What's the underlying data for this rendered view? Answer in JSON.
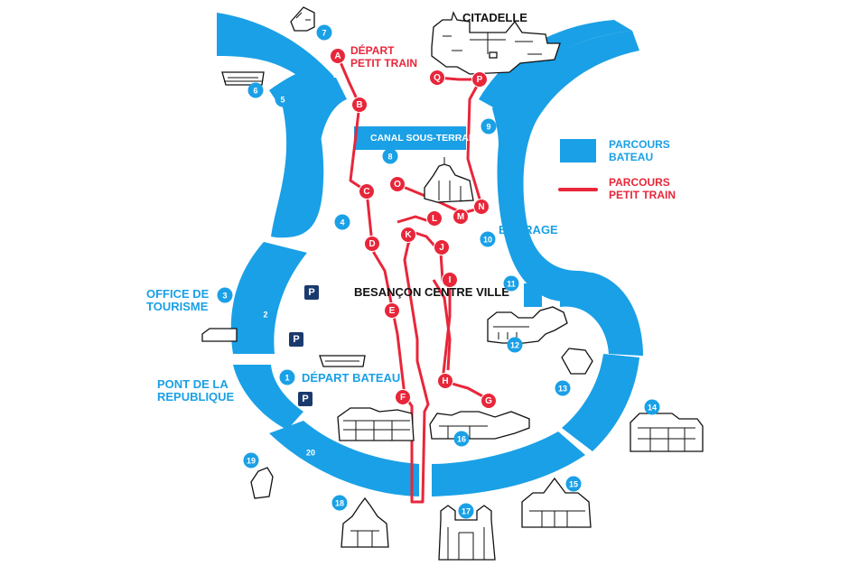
{
  "map": {
    "labels": {
      "citadelle": "CITADELLE",
      "depart_train_1": "DÉPART",
      "depart_train_2": "PETIT TRAIN",
      "canal": "CANAL SOUS-TERRAIN",
      "barrage": "BARRAGE",
      "centre": "BESANÇON CENTRE VILLE",
      "office_1": "OFFICE DE",
      "office_2": "TOURISME",
      "pont_1": "PONT DE LA",
      "pont_2": "REPUBLIQUE",
      "depart_bateau": "DÉPART BATEAU",
      "parking": "P"
    },
    "legend": {
      "boat_1": "PARCOURS",
      "boat_2": "BATEAU",
      "train_1": "PARCOURS",
      "train_2": "PETIT TRAIN"
    },
    "colors": {
      "river": "#1aa0e6",
      "train": "#e8263a",
      "building_stroke": "#111111"
    },
    "train_stops": [
      "A",
      "B",
      "C",
      "D",
      "E",
      "F",
      "G",
      "H",
      "I",
      "J",
      "K",
      "L",
      "M",
      "N",
      "O",
      "P",
      "Q"
    ],
    "boat_stops": [
      "1",
      "2",
      "3",
      "4",
      "5",
      "6",
      "7",
      "8",
      "9",
      "10",
      "11",
      "12",
      "13",
      "14",
      "15",
      "16",
      "17",
      "18",
      "19",
      "20"
    ],
    "icons": [
      "parking-icon",
      "boat-icon",
      "citadel-icon",
      "cathedral-icon",
      "building-icon"
    ]
  }
}
